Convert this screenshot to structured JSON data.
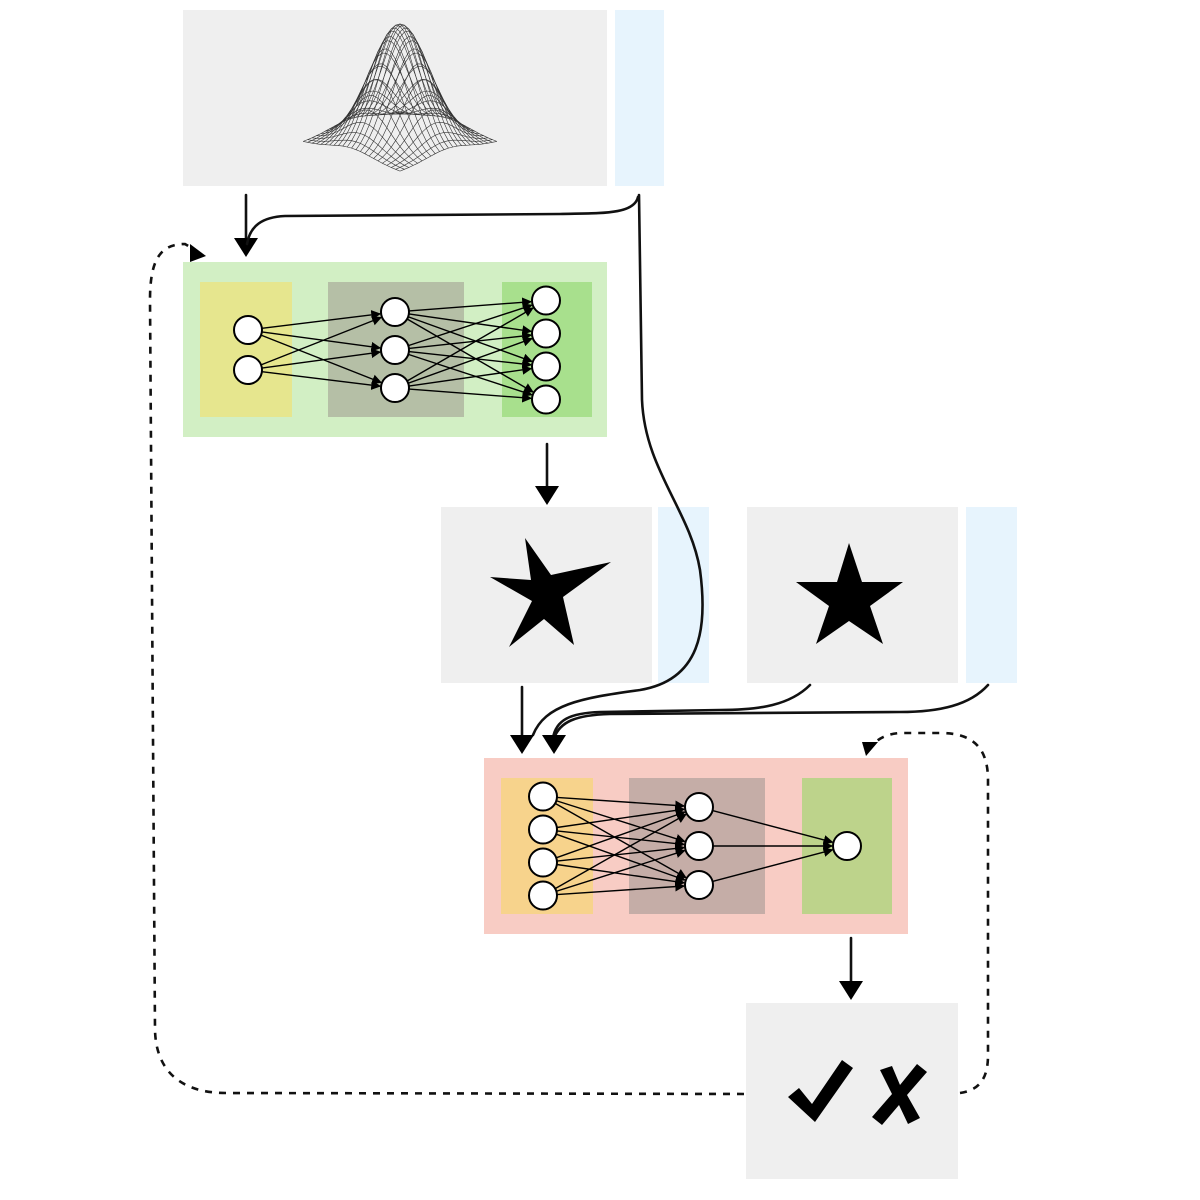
{
  "colors": {
    "panel": "#efefef",
    "condition": "#e7f4fd",
    "generator_box": "#d2efc4",
    "generator_input": "#e6e68e",
    "generator_hidden": "#b5bfa6",
    "generator_output": "#a8e08d",
    "discriminator_box": "#f8ccc4",
    "discriminator_input": "#f7d38c",
    "discriminator_hidden": "#c5ada7",
    "discriminator_output": "#bdd38b",
    "node_fill": "#ffffff",
    "stroke": "#000000"
  },
  "icons": {
    "noise": "gaussian-surface-icon",
    "fake_sample": "distorted-star-icon",
    "real_sample": "star-icon",
    "verdict": [
      "check-mark-icon",
      "cross-mark-icon"
    ]
  },
  "generator": {
    "layers": [
      2,
      3,
      4
    ]
  },
  "discriminator": {
    "layers": [
      4,
      3,
      1
    ]
  }
}
